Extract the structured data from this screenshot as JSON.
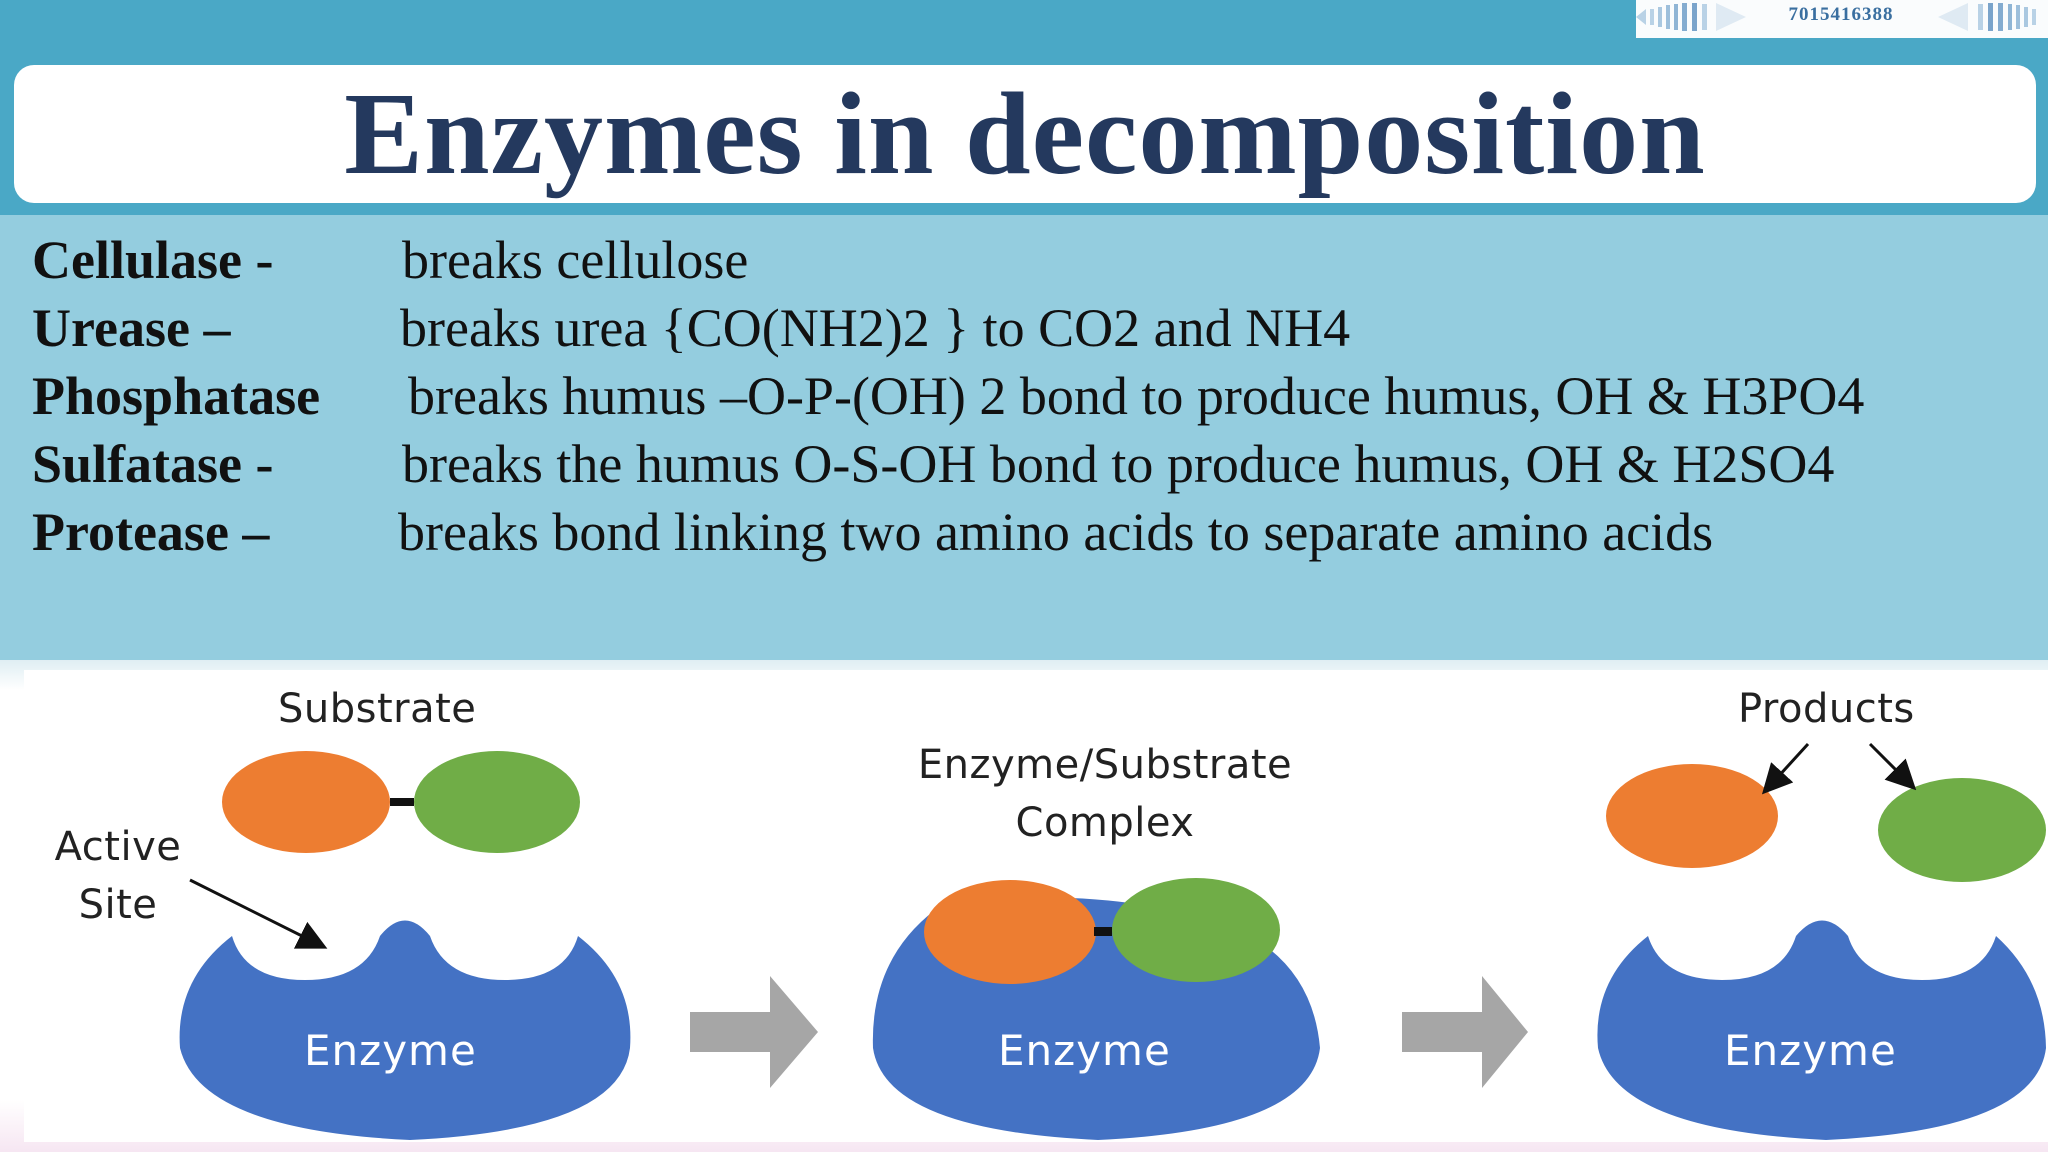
{
  "badge": {
    "phone": "7015416388"
  },
  "title": "Enzymes in decomposition",
  "enzymes": [
    {
      "term": "Cellulase -",
      "description": "breaks cellulose"
    },
    {
      "term": "Urease –",
      "description": "breaks urea {CO(NH2)2 } to CO2 and NH4"
    },
    {
      "term": "Phosphatase",
      "description": "breaks humus –O-P-(OH) 2 bond to produce humus, OH & H3PO4"
    },
    {
      "term": "Sulfatase -",
      "description": "breaks the humus O-S-OH bond to produce humus, OH & H2SO4"
    },
    {
      "term": "Protease –",
      "description": "breaks bond linking two amino acids to separate amino acids"
    }
  ],
  "diagram": {
    "substrate_label": "Substrate",
    "active_site_label_line1": "Active",
    "active_site_label_line2": "Site",
    "complex_label_line1": "Enzyme/Substrate",
    "complex_label_line2": "Complex",
    "products_label": "Products",
    "enzyme_labels": [
      "Enzyme",
      "Enzyme",
      "Enzyme"
    ],
    "colors": {
      "enzyme": "#4472c4",
      "substrate_a": "#ed7d31",
      "substrate_b": "#70ad47",
      "arrow": "#a6a6a6"
    }
  }
}
